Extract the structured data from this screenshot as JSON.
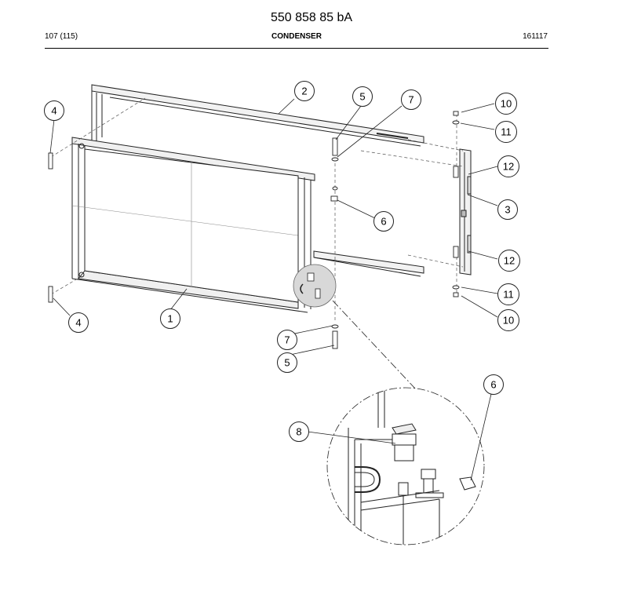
{
  "header": {
    "doc_number": "550 858 85 bA",
    "page_ref": "107 (115)",
    "section_title": "CONDENSER",
    "date_code": "161117"
  },
  "callouts": [
    {
      "label": "1"
    },
    {
      "label": "2"
    },
    {
      "label": "3"
    },
    {
      "label": "4"
    },
    {
      "label": "4"
    },
    {
      "label": "5"
    },
    {
      "label": "5"
    },
    {
      "label": "6"
    },
    {
      "label": "6"
    },
    {
      "label": "7"
    },
    {
      "label": "7"
    },
    {
      "label": "8"
    },
    {
      "label": "10"
    },
    {
      "label": "10"
    },
    {
      "label": "11"
    },
    {
      "label": "11"
    },
    {
      "label": "12"
    },
    {
      "label": "12"
    }
  ]
}
